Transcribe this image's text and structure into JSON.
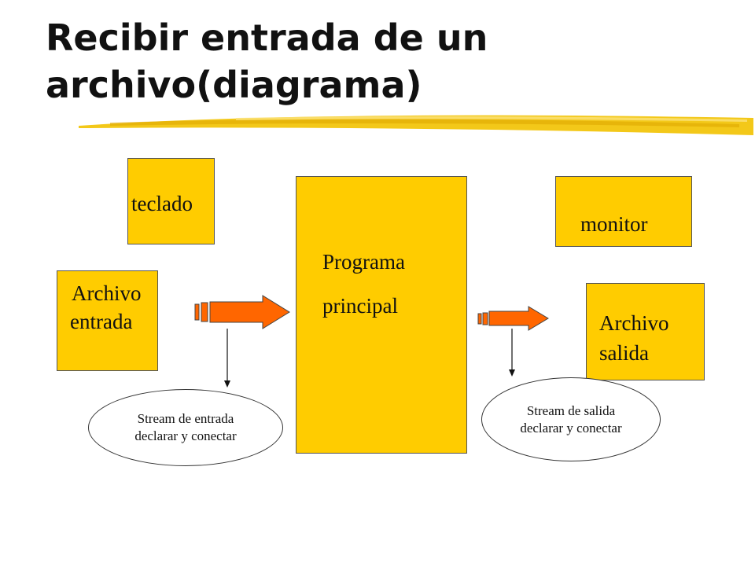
{
  "title": {
    "line1": "Recibir entrada de un",
    "line2": "archivo(diagrama)"
  },
  "boxes": {
    "teclado": "teclado",
    "archivo_entrada": {
      "line1": "Archivo",
      "line2": "entrada"
    },
    "programa": {
      "line1": "Programa",
      "line2": "principal"
    },
    "monitor": "monitor",
    "archivo_salida": {
      "line1": "Archivo",
      "line2": "salida"
    }
  },
  "streams": {
    "entrada": {
      "line1": "Stream de entrada",
      "line2": "declarar y conectar"
    },
    "salida": {
      "line1": "Stream de salida",
      "line2": "declarar y conectar"
    }
  },
  "colors": {
    "box_fill": "#ffcc00",
    "arrow_fill": "#ff6600",
    "underline": "#f2c200"
  }
}
